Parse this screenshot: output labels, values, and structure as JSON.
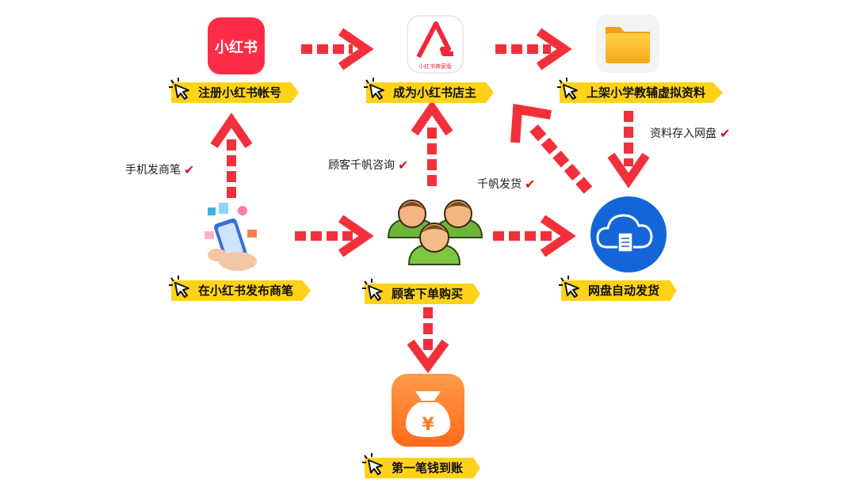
{
  "nodes": {
    "register": "注册小红书帐号",
    "merchant": "成为小红书店主",
    "listing": "上架小学教辅虚拟资料",
    "publish": "在小红书发布商笔",
    "order": "顾客下单购买",
    "auto_ship": "网盘自动发货",
    "first_income": "第一笔钱到账"
  },
  "edges": {
    "phone_post": "手机发商笔",
    "qianfan_consult": "顾客千帆咨询",
    "qianfan_ship": "千帆发货",
    "store_cloud": "资料存入网盘"
  },
  "icons": {
    "xhs_logo_text": "小红书",
    "xhs_merchant_caption": "小红书商家版",
    "money_bag_symbol": "¥",
    "check_mark": "✔",
    "arrow_color": "#f2303b",
    "tag_color": "#ffd21a"
  }
}
